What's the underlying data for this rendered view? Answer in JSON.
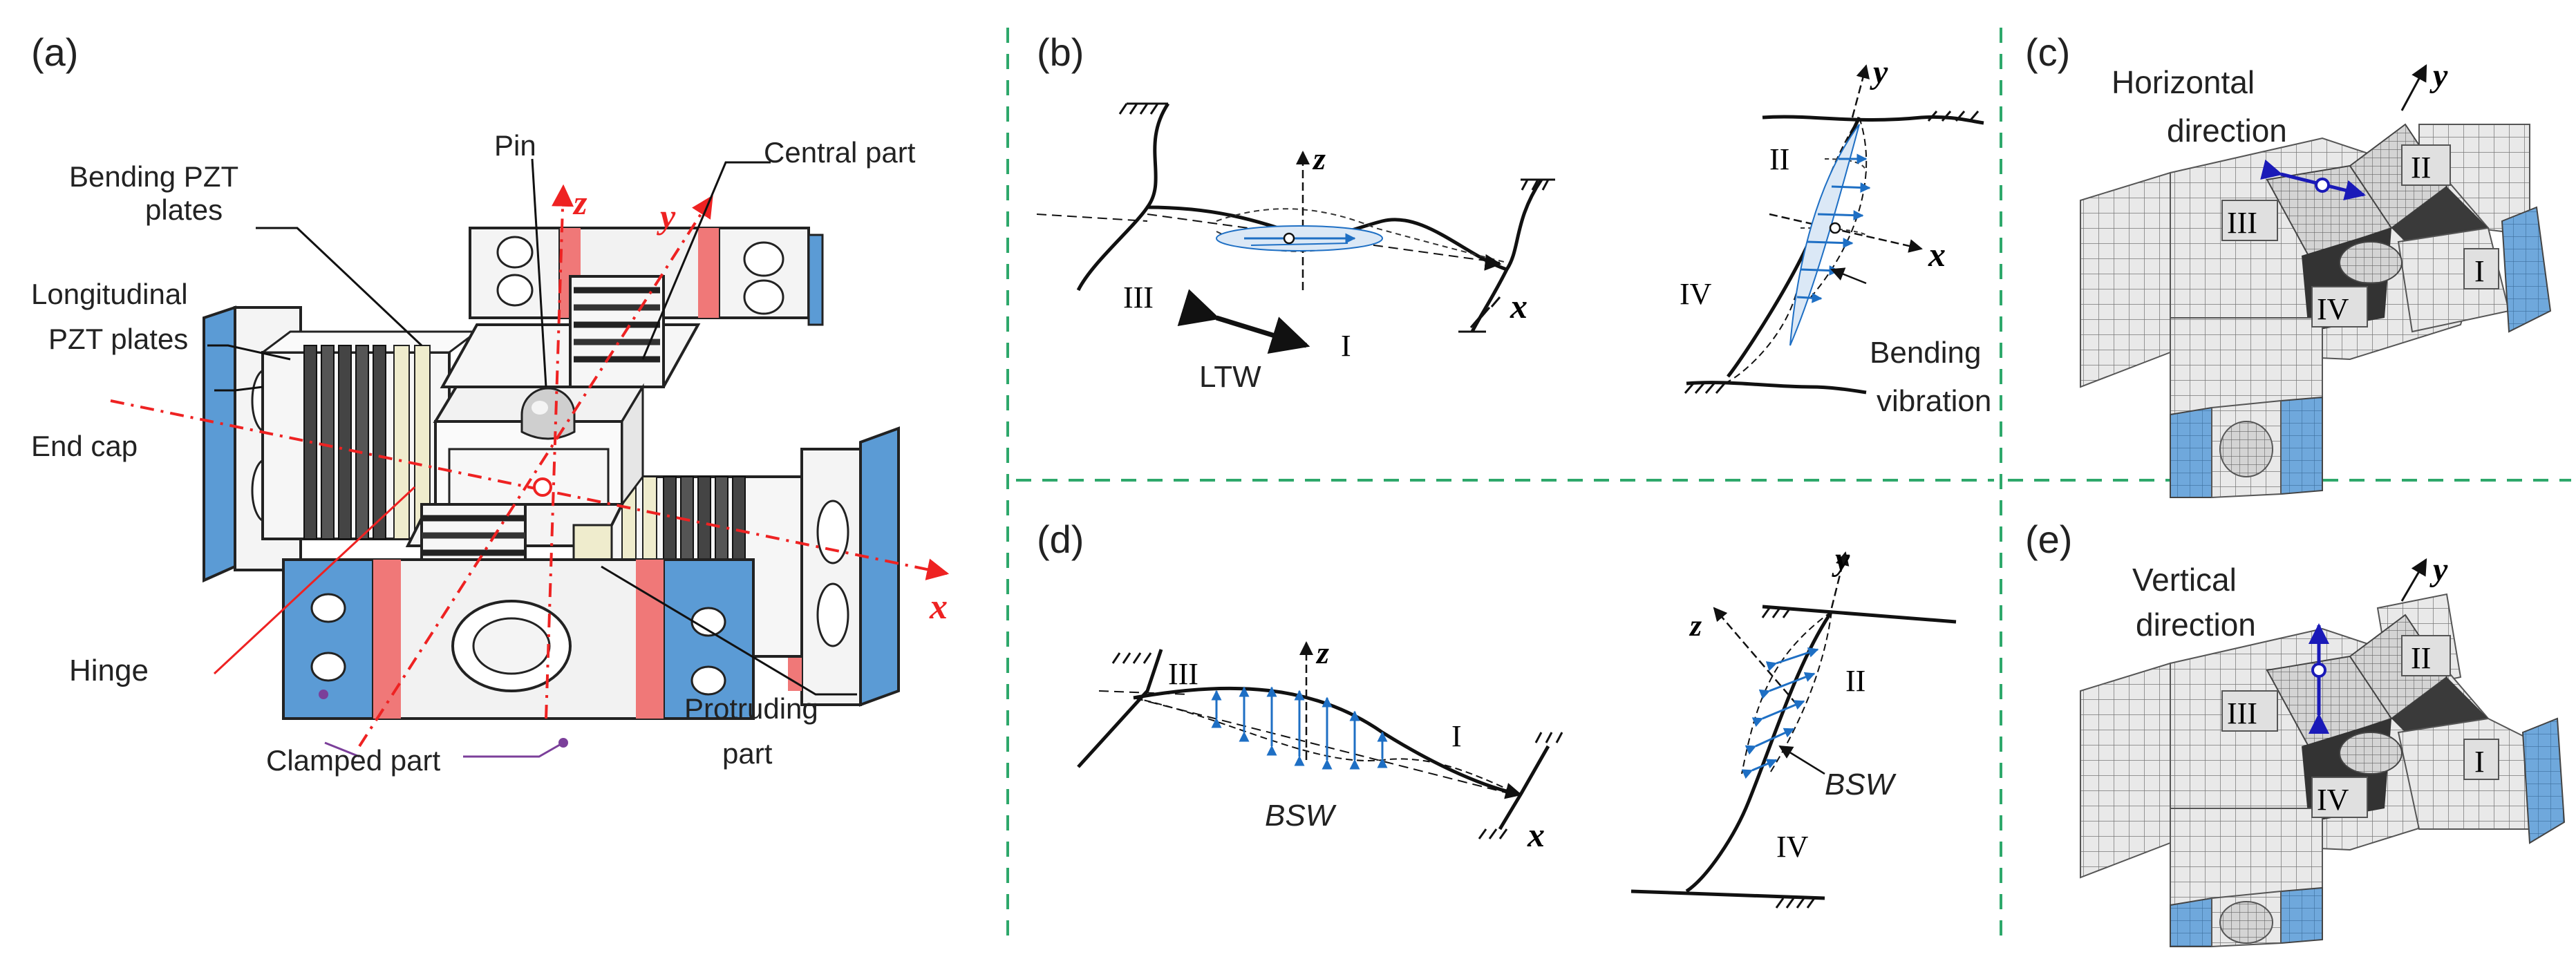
{
  "colors": {
    "red": "#ee2222",
    "blue_text": "#1a1ab8",
    "arrow_blue": "#1e6fc4",
    "clamp_blue": "#5b9bd5",
    "hinge_red": "#f07878",
    "separator_green": "#2ea86b",
    "purple": "#7b3f9a",
    "cream": "#efeccd"
  },
  "panel_a": {
    "tag": "(a)",
    "labels": {
      "bending_1": "Bending PZT",
      "bending_2": "plates",
      "pin": "Pin",
      "central": "Central part",
      "long_1": "Longitudinal",
      "long_2": "PZT plates",
      "end_cap": "End cap",
      "hinge": "Hinge",
      "clamped": "Clamped part",
      "protruding_1": "Protruding",
      "protruding_2": "part"
    },
    "axes": {
      "x": "x",
      "y": "y",
      "z": "z"
    }
  },
  "panel_b": {
    "tag": "(b)",
    "left": {
      "z": "z",
      "x": "x",
      "III": "III",
      "I": "I",
      "LTW": "LTW"
    },
    "right": {
      "y": "y",
      "x": "x",
      "II": "II",
      "IV": "IV",
      "bend_1": "Bending",
      "bend_2": "vibration"
    }
  },
  "panel_c": {
    "tag": "(c)",
    "dir_1": "Horizontal",
    "dir_2": "direction",
    "y": "y",
    "regions": {
      "I": "I",
      "II": "II",
      "III": "III",
      "IV": "IV"
    }
  },
  "panel_d": {
    "tag": "(d)",
    "left": {
      "z": "z",
      "x": "x",
      "III": "III",
      "I": "I",
      "BSW": "BSW"
    },
    "right": {
      "y": "y",
      "z": "z",
      "II": "II",
      "IV": "IV",
      "BSW": "BSW"
    }
  },
  "panel_e": {
    "tag": "(e)",
    "dir_1": "Vertical",
    "dir_2": "direction",
    "y": "y",
    "regions": {
      "I": "I",
      "II": "II",
      "III": "III",
      "IV": "IV"
    }
  }
}
